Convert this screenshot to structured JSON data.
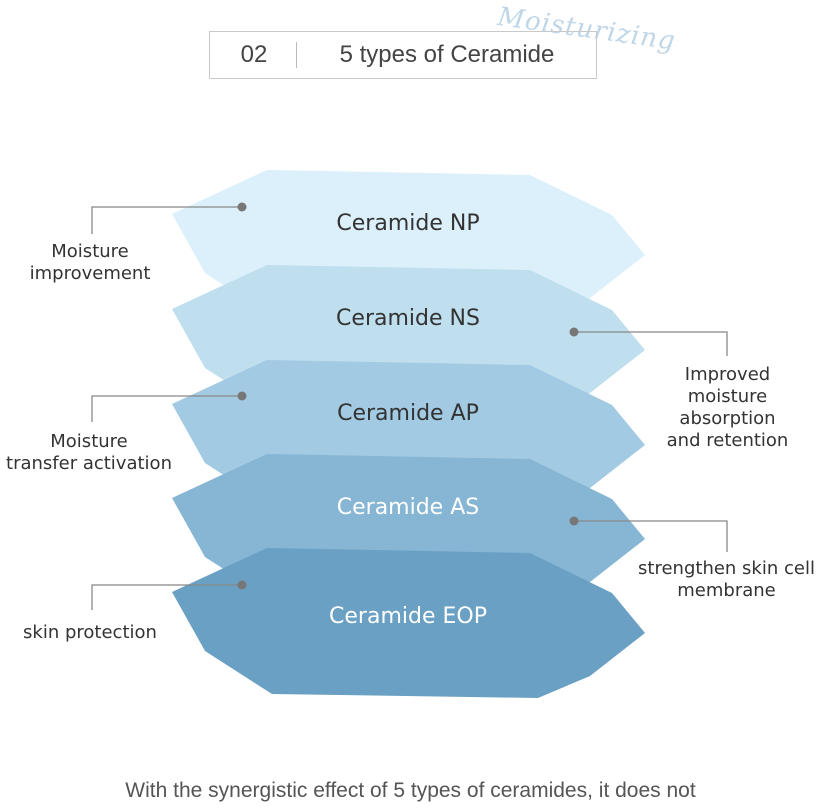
{
  "watermark": "Moisturizing",
  "header": {
    "number": "02",
    "title": "5 types of Ceramide"
  },
  "layers": [
    {
      "label": "Ceramide NP",
      "fill": "#dbf0fa",
      "text_color": "#333333"
    },
    {
      "label": "Ceramide NS",
      "fill": "#bfdfef",
      "text_color": "#333333"
    },
    {
      "label": "Ceramide AP",
      "fill": "#a2cae2",
      "text_color": "#333333"
    },
    {
      "label": "Ceramide AS",
      "fill": "#86b6d4",
      "text_color": "#ffffff"
    },
    {
      "label": "Ceramide EOP",
      "fill": "#6aa0c3",
      "text_color": "#ffffff"
    }
  ],
  "annotations": {
    "moisture_improvement": [
      "Moisture",
      "improvement"
    ],
    "improved_absorption": [
      "Improved",
      "moisture",
      "absorption",
      "and retention"
    ],
    "transfer_activation": [
      "Moisture",
      "transfer activation"
    ],
    "strengthen_membrane": [
      "strengthen skin cell",
      "membrane"
    ],
    "skin_protection": [
      "skin protection"
    ]
  },
  "footer": "With the synergistic effect of 5 types of ceramides, it does not"
}
